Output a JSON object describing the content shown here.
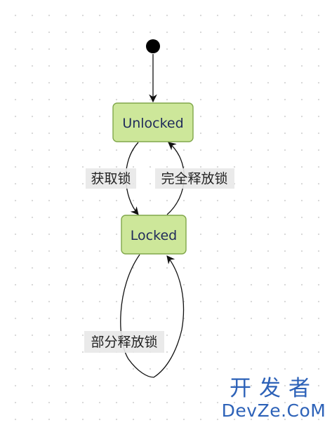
{
  "diagram": {
    "states": {
      "unlocked": "Unlocked",
      "locked": "Locked"
    },
    "transitions": {
      "acquire": "获取锁",
      "full_release": "完全释放锁",
      "partial_release": "部分释放锁"
    }
  },
  "watermark": {
    "chinese": "开发者",
    "english": "DevZe.CoM"
  },
  "colors": {
    "state_fill": "#cde79a",
    "state_border": "#80a74a",
    "state_text": "#1f2a5a",
    "watermark": "#2d62b8"
  }
}
